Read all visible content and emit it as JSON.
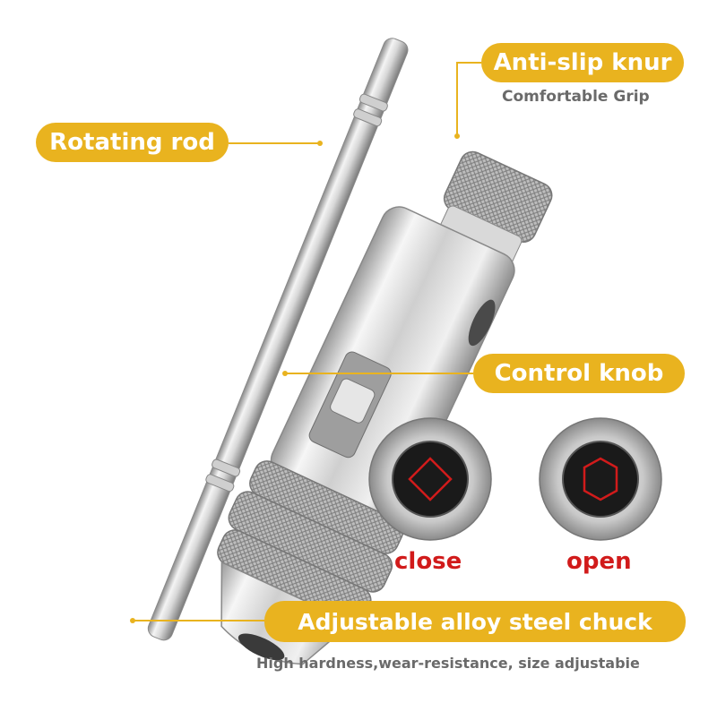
{
  "callouts": {
    "anti_slip": {
      "title": "Anti-slip knur",
      "subtitle": "Comfortable Grip"
    },
    "rotating_rod": {
      "title": "Rotating rod"
    },
    "control_knob": {
      "title": "Control knob"
    },
    "chuck": {
      "title": "Adjustable alloy steel chuck",
      "subtitle": "High hardness,wear-resistance, size adjustabie"
    }
  },
  "states": {
    "close": "close",
    "open": "open"
  },
  "colors": {
    "accent": "#e9b31f",
    "state_text": "#d11b1b",
    "subtitle_text": "#6a6a6a"
  }
}
